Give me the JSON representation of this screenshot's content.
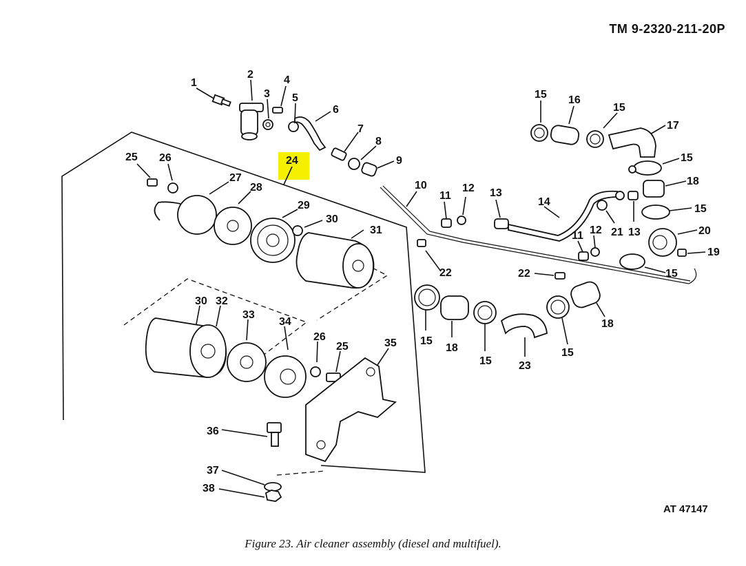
{
  "header": {
    "tm_number": "TM  9-2320-211-20P"
  },
  "footer": {
    "artwork_id": "AT 47147",
    "caption": "Figure 23. Air cleaner assembly (diesel and multifuel)."
  },
  "highlight_color": "#f4f000",
  "callouts": {
    "c1": "1",
    "c2": "2",
    "c3": "3",
    "c4": "4",
    "c5": "5",
    "c6": "6",
    "c7": "7",
    "c8": "8",
    "c9": "9",
    "c10": "10",
    "c11a": "11",
    "c12a": "12",
    "c13a": "13",
    "c14": "14",
    "c15a": "15",
    "c16": "16",
    "c15b": "15",
    "c17": "17",
    "c15c": "15",
    "c18a": "18",
    "c15d": "15",
    "c20": "20",
    "c19": "19",
    "c21": "21",
    "c13b": "13",
    "c12b": "12",
    "c11b": "11",
    "c22a": "22",
    "c22b": "22",
    "c15e": "15",
    "c24": "24",
    "c25a": "25",
    "c26a": "26",
    "c27": "27",
    "c28": "28",
    "c29": "29",
    "c30a": "30",
    "c31": "31",
    "c30b": "30",
    "c32": "32",
    "c33": "33",
    "c34": "34",
    "c26b": "26",
    "c25b": "25",
    "c35": "35",
    "c36": "36",
    "c37": "37",
    "c38": "38",
    "c15f": "15",
    "c18b": "18",
    "c15g": "15",
    "c23": "23",
    "c15h": "15",
    "c18c": "18"
  }
}
